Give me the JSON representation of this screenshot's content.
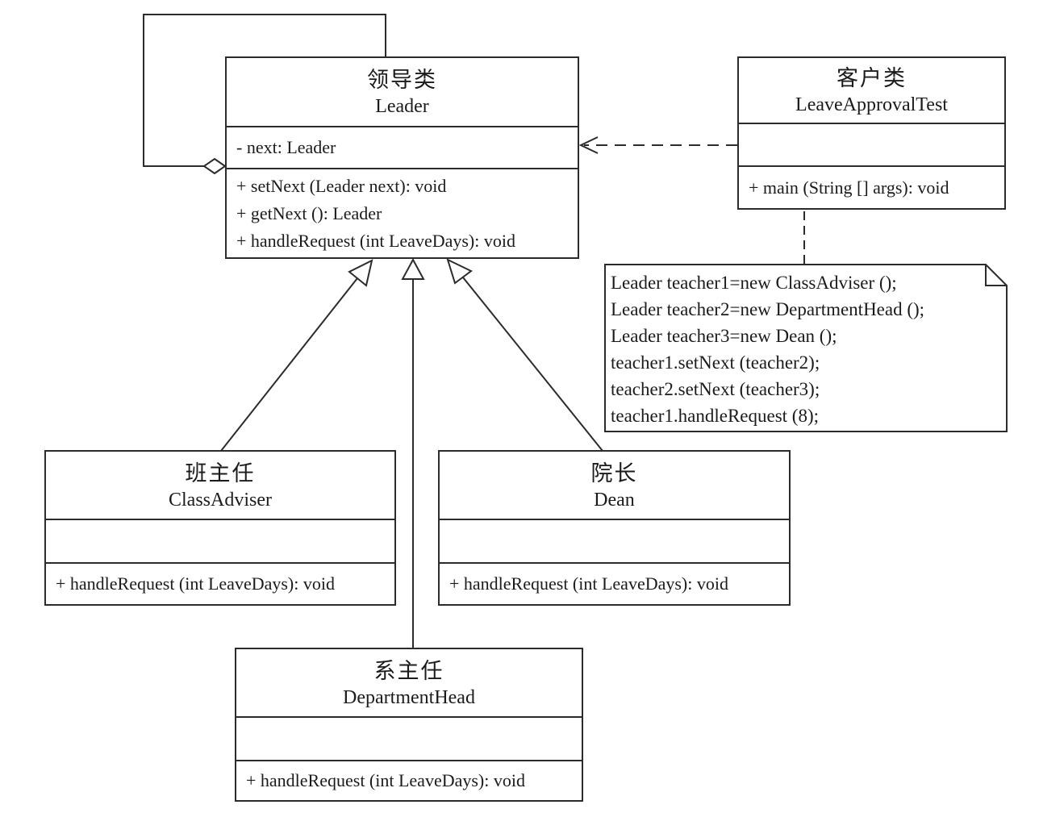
{
  "classes": {
    "leader": {
      "name_cn": "领导类",
      "name_en": "Leader",
      "attributes": [
        "- next: Leader"
      ],
      "methods": [
        "+ setNext (Leader next): void",
        "+ getNext (): Leader",
        "+ handleRequest (int LeaveDays): void"
      ]
    },
    "client": {
      "name_cn": "客户类",
      "name_en": "LeaveApprovalTest",
      "attributes": [],
      "methods": [
        "+ main (String [] args): void"
      ]
    },
    "class_adviser": {
      "name_cn": "班主任",
      "name_en": "ClassAdviser",
      "attributes": [],
      "methods": [
        "+ handleRequest (int LeaveDays): void"
      ]
    },
    "dean": {
      "name_cn": "院长",
      "name_en": "Dean",
      "attributes": [],
      "methods": [
        "+ handleRequest (int LeaveDays): void"
      ]
    },
    "department_head": {
      "name_cn": "系主任",
      "name_en": "DepartmentHead",
      "attributes": [],
      "methods": [
        "+ handleRequest (int LeaveDays): void"
      ]
    }
  },
  "note": {
    "lines": [
      "Leader teacher1=new ClassAdviser ();",
      "Leader teacher2=new DepartmentHead ();",
      "Leader teacher3=new Dean ();",
      "teacher1.setNext (teacher2);",
      "teacher2.setNext (teacher3);",
      "teacher1.handleRequest (8);"
    ]
  },
  "relationships": [
    {
      "type": "self-aggregation",
      "from": "Leader",
      "to": "Leader"
    },
    {
      "type": "generalization",
      "from": "ClassAdviser",
      "to": "Leader"
    },
    {
      "type": "generalization",
      "from": "DepartmentHead",
      "to": "Leader"
    },
    {
      "type": "generalization",
      "from": "Dean",
      "to": "Leader"
    },
    {
      "type": "dependency",
      "from": "LeaveApprovalTest",
      "to": "Leader"
    },
    {
      "type": "note-anchor",
      "from": "LeaveApprovalTest",
      "to": "note"
    }
  ],
  "colors": {
    "line": "#2b2b2b",
    "text": "#1b1b1b",
    "background": "#ffffff"
  }
}
